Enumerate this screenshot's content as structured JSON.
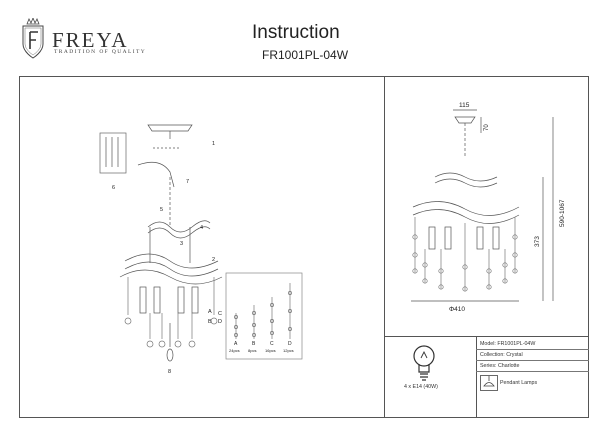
{
  "brand": {
    "name": "FREYA",
    "tagline": "TRADITION OF QUALITY",
    "logo_icon": "freya-crest-logo"
  },
  "header": {
    "title": "Instruction",
    "model_code": "FR1001PL-04W"
  },
  "assembly": {
    "part_labels": [
      "1",
      "6",
      "7",
      "5",
      "4",
      "3",
      "2",
      "A",
      "B",
      "C",
      "D",
      "8"
    ],
    "crystal_counts": [
      {
        "letter": "A",
        "count": "24pcs"
      },
      {
        "letter": "B",
        "count": "8pcs"
      },
      {
        "letter": "C",
        "count": "16pcs"
      },
      {
        "letter": "D",
        "count": "12pcs"
      }
    ]
  },
  "dimensions": {
    "top_width": "115",
    "top_height": "70",
    "total_height": "590-1067",
    "body_height": "373",
    "diameter": "Φ410"
  },
  "bulb": {
    "spec": "4 x E14 (40W)",
    "icon": "light-bulb-icon"
  },
  "specs": {
    "model": "Model: FR1001PL-04W",
    "collection": "Collection: Crystal",
    "series": "Series: Charlotte",
    "type": "Pendant Lamps",
    "type_icon": "pendant-lamp-icon"
  }
}
